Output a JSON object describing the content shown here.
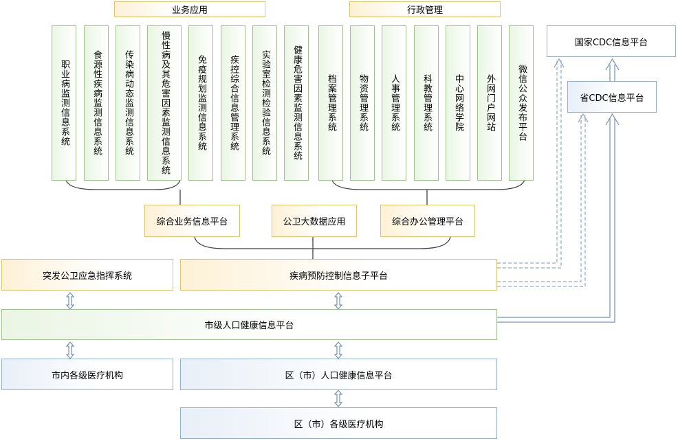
{
  "headers": {
    "business": "业务应用",
    "admin": "行政管理"
  },
  "business_systems": [
    "职业病监测信息系统",
    "食源性疾病监测信息系统",
    "传染病动态监测信息系统",
    "慢性病及其危害因素监测信息系统",
    "免疫规划监测信息系统",
    "疾控综合信息管理系统",
    "实验室检测检验信息系统",
    "健康危害因素监测信息系统"
  ],
  "admin_systems": [
    "档案管理系统",
    "物资管理系统",
    "人事管理系统",
    "科教管理系统",
    "中心网络学院",
    "外网门户网站",
    "微信公众发布平台"
  ],
  "platforms": {
    "business_info": "综合业务信息平台",
    "big_data": "公卫大数据应用",
    "office": "综合办公管理平台",
    "emergency": "突发公卫应急指挥系统",
    "cdc_sub": "疾病预防控制信息子平台",
    "city_health": "市级人口健康信息平台",
    "city_medical": "市内各级医疗机构",
    "district_health": "区（市）人口健康信息平台",
    "district_medical": "区（市）各级医疗机构",
    "national_cdc": "国家CDC信息平台",
    "provincial_cdc": "省CDC信息平台"
  },
  "colors": {
    "arrow": "#6f8fb8",
    "bracket": "#404040",
    "green_border": "#9cc48a",
    "yellow_border": "#e2c36a",
    "blue_border": "#90aece"
  }
}
